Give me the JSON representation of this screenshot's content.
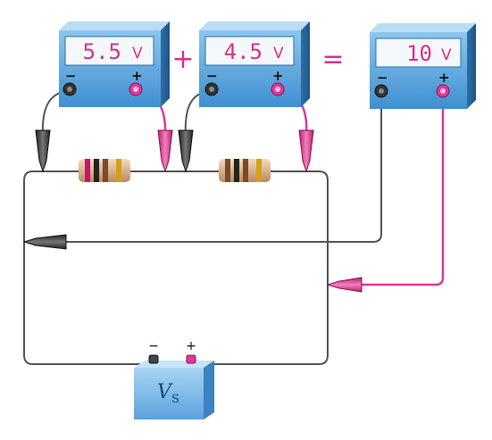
{
  "meters": [
    {
      "value": "5.5",
      "unit": "V",
      "minus": "−",
      "plus": "+"
    },
    {
      "value": "4.5",
      "unit": "V",
      "minus": "−",
      "plus": "+"
    },
    {
      "value": "10",
      "unit": "V",
      "minus": "−",
      "plus": "+"
    }
  ],
  "operators": {
    "plus": "+",
    "equals": "="
  },
  "battery": {
    "label": "V",
    "subscript": "S",
    "minus": "−",
    "plus": "+"
  },
  "colors": {
    "wire_black": "#555555",
    "wire_pink": "#e0379a",
    "meter_body": "#5fa6df",
    "battery_body": "#6fb2e8",
    "display_text": "#d6338a"
  }
}
